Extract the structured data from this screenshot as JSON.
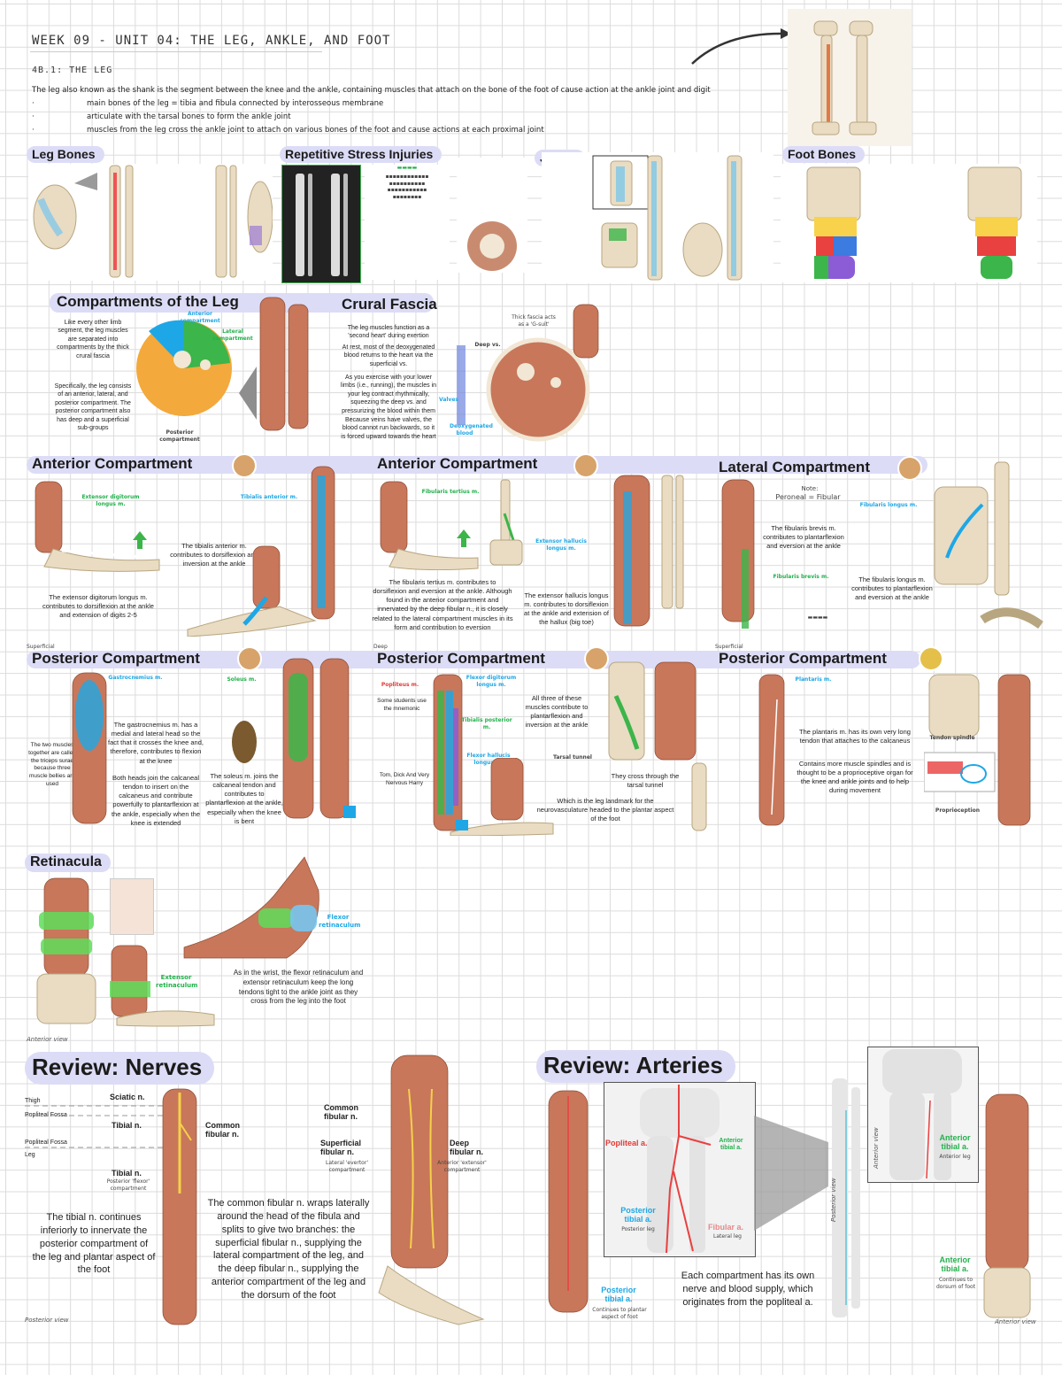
{
  "header": {
    "title": "WEEK 09 - UNIT 04: THE LEG, ANKLE, AND FOOT",
    "subtitle": "4B.1: THE LEG",
    "intro": "The leg also known as the shank is the segment between the knee and the ankle, containing muscles that attach on the bone of the foot of cause action at the ankle joint and digit",
    "bullets": [
      "main bones of the leg = tibia and fibula connected by interosseous membrane",
      "articulate with the tarsal bones to form the ankle joint",
      "muscles from the leg cross the ankle joint to attach on various bones of the foot and cause actions at each proximal joint"
    ]
  },
  "sections": {
    "leg_bones": "Leg Bones",
    "repetitive": "Repetitive Stress Injuries",
    "joints": "Joints",
    "foot_bones": "Foot Bones",
    "compartments": "Compartments of the Leg",
    "crural": "Crural Fascia",
    "anterior1": "Anterior Compartment",
    "anterior2": "Anterior Compartment",
    "lateral": "Lateral Compartment",
    "posterior1": "Posterior Compartment",
    "posterior2": "Posterior Compartment",
    "posterior3": "Posterior Compartment",
    "retinacula": "Retinacula",
    "review_nerves": "Review: Nerves",
    "review_arteries": "Review: Arteries"
  },
  "small_tags": {
    "superficial_1": "Superficial",
    "deep_2": "Deep",
    "superficial_3": "Superficial"
  },
  "compartments_text": {
    "p1": "Like every other limb segment, the leg muscles are separated into compartments by the thick crural fascia",
    "p2": "Specifically, the leg consists of an anterior, lateral, and posterior compartment. The posterior compartment also has deep and a superficial sub-groups",
    "anterior_label": "Anterior compartment",
    "lateral_label": "Lateral compartment",
    "posterior_label": "Posterior compartment"
  },
  "crural_text": {
    "p1": "The leg muscles function as a 'second heart' during exertion",
    "p2": "At rest, most of the deoxygenated blood returns to the heart via the superficial vs.",
    "p3": "As you exercise with your lower limbs (i.e., running), the muscles in your leg contract rhythmically, squeezing the deep vs. and pressurizing the blood within them",
    "p4": "Because veins have valves, the blood cannot run backwards, so it is forced upward towards the heart",
    "thick_fascia": "Thick fascia acts as a 'G-suit'",
    "deep_vs": "Deep vs.",
    "valves": "Valves",
    "deoxygenated": "Deoxygenated blood"
  },
  "anterior1_text": {
    "edl": "Extensor digitorum longus m.",
    "ta": "Tibialis anterior m.",
    "ta_desc": "The tibialis anterior m. contributes to dorsiflexion and inversion at the ankle",
    "edl_desc": "The extensor digitorum longus m. contributes to dorsiflexion at the ankle and extension of digits 2-5"
  },
  "anterior2_text": {
    "ft": "Fibularis tertius m.",
    "ehl": "Extensor hallucis longus m.",
    "ft_desc": "The fibularis tertius m. contributes to dorsiflexion and eversion at the ankle. Although found in the anterior compartment and innervated by the deep fibular n., it is closely related to the lateral compartment muscles in its form and contribution to eversion",
    "ehl_desc": "The extensor hallucis longus m. contributes to dorsiflexion at the ankle and extension of the hallux (big toe)"
  },
  "lateral_text": {
    "note_title": "Note:",
    "note": "Peroneal = Fibular",
    "fl": "Fibularis longus m.",
    "fb": "Fibularis brevis m.",
    "fb_desc": "The fibularis brevis m. contributes to plantarflexion and eversion at the ankle",
    "fl_desc": "The fibularis longus m. contributes to plantarflexion and eversion at the ankle"
  },
  "posterior1_text": {
    "gastro": "Gastrocnemius m.",
    "soleus": "Soleus m.",
    "gastro_desc": "The gastrocnemius m. has a medial and lateral head so the fact that it crosses the knee and, therefore, contributes to flexion at the knee",
    "both_desc": "Both heads join the calcaneal tendon to insert on the calcaneus and contribute powerfully to plantarflexion at the ankle, especially when the knee is extended",
    "soleus_desc": "The soleus m. joins the calcaneal tendon and contributes to plantarflexion at the ankle, especially when the knee is bent",
    "left_note": "The two muscles together are called the triceps surae because three muscle bellies are used"
  },
  "posterior2_text": {
    "popliteus": "Popliteus m.",
    "fdl": "Flexor digitorum longus m.",
    "tp": "Tibialis posterior m.",
    "fhl": "Flexor hallucis longus m.",
    "tarsal": "Tarsal tunnel",
    "all_three": "All three of these muscles contribute to plantarflexion and inversion at the ankle",
    "pass_desc": "They cross through the tarsal tunnel",
    "mnemonic": "Tom, Dick And Very Nervous Harry",
    "mnemonic_pre": "Some students use the mnemonic",
    "which_desc": "Which is the leg landmark for the neurovasculature headed to the plantar aspect of the foot"
  },
  "posterior3_text": {
    "plantaris": "Plantaris m.",
    "pl_desc": "The plantaris m. has its own very long tendon that attaches to the calcaneus",
    "pl_desc2": "Contains more muscle spindles and is thought to be a proprioceptive organ for the knee and ankle joints and to help during movement",
    "tendon": "Tendon spindle",
    "proprioception": "Proprioception"
  },
  "retinacula_text": {
    "flexor": "Flexor retinaculum",
    "extensor": "Extensor retinaculum",
    "desc_pre": "As in the wrist, the",
    "desc": "flexor retinaculum and extensor retinaculum keep the long tendons tight to the ankle joint as they cross from the leg into the foot",
    "anterior_view": "Anterior view"
  },
  "nerves_text": {
    "thigh": "Thigh",
    "popliteal_fossa": "Popliteal Fossa",
    "popliteal_fossa2": "Popliteal Fossa",
    "leg": "Leg",
    "sciatic": "Sciatic n.",
    "tibial": "Tibial n.",
    "common_fibular": "Common fibular n.",
    "tibial2": "Tibial n.",
    "tibial2_sub": "Posterior 'flexor' compartment",
    "common2": "Common fibular n.",
    "superficial": "Superficial fibular n.",
    "superficial_sub": "Lateral 'evertor' compartment",
    "deep": "Deep fibular n.",
    "deep_sub": "Anterior 'extensor' compartment",
    "tibial_desc": "The tibial n. continues inferiorly to innervate the posterior compartment of the leg and plantar aspect of the foot",
    "common_desc": "The common fibular n. wraps laterally around the head of the fibula and splits to give two branches: the superficial fibular n., supplying the lateral compartment of the leg, and the deep fibular n., supplying the anterior compartment of the leg and the dorsum of the foot",
    "posterior_view": "Posterior view"
  },
  "arteries_text": {
    "popliteal": "Popliteal a.",
    "anterior_tibial": "Anterior tibial a.",
    "posterior_tibial": "Posterior tibial a.",
    "posterior_leg": "Posterior leg",
    "fibular": "Fibular a.",
    "lateral_leg": "Lateral leg",
    "post_tibial2": "Posterior tibial a.",
    "post_tibial2_sub": "Continues to plantar aspect of foot",
    "each_desc": "Each compartment has its own nerve and blood supply, which originates from the popliteal a.",
    "ant_tibial_right": "Anterior tibial a.",
    "ant_leg": "Anterior leg",
    "ant_tibial_right2": "Anterior tibial a.",
    "dorsum": "Continues to dorsum of foot",
    "anterior_view": "Anterior view",
    "posterior_view": "Posterior view",
    "anterior_view2": "Anterior view"
  },
  "colors": {
    "pill": "#dcdcf7",
    "blue": "#1ea7e6",
    "green": "#22b14c",
    "red": "#e53935",
    "bone": "#e9dcc3",
    "muscle": "#c8775a"
  }
}
